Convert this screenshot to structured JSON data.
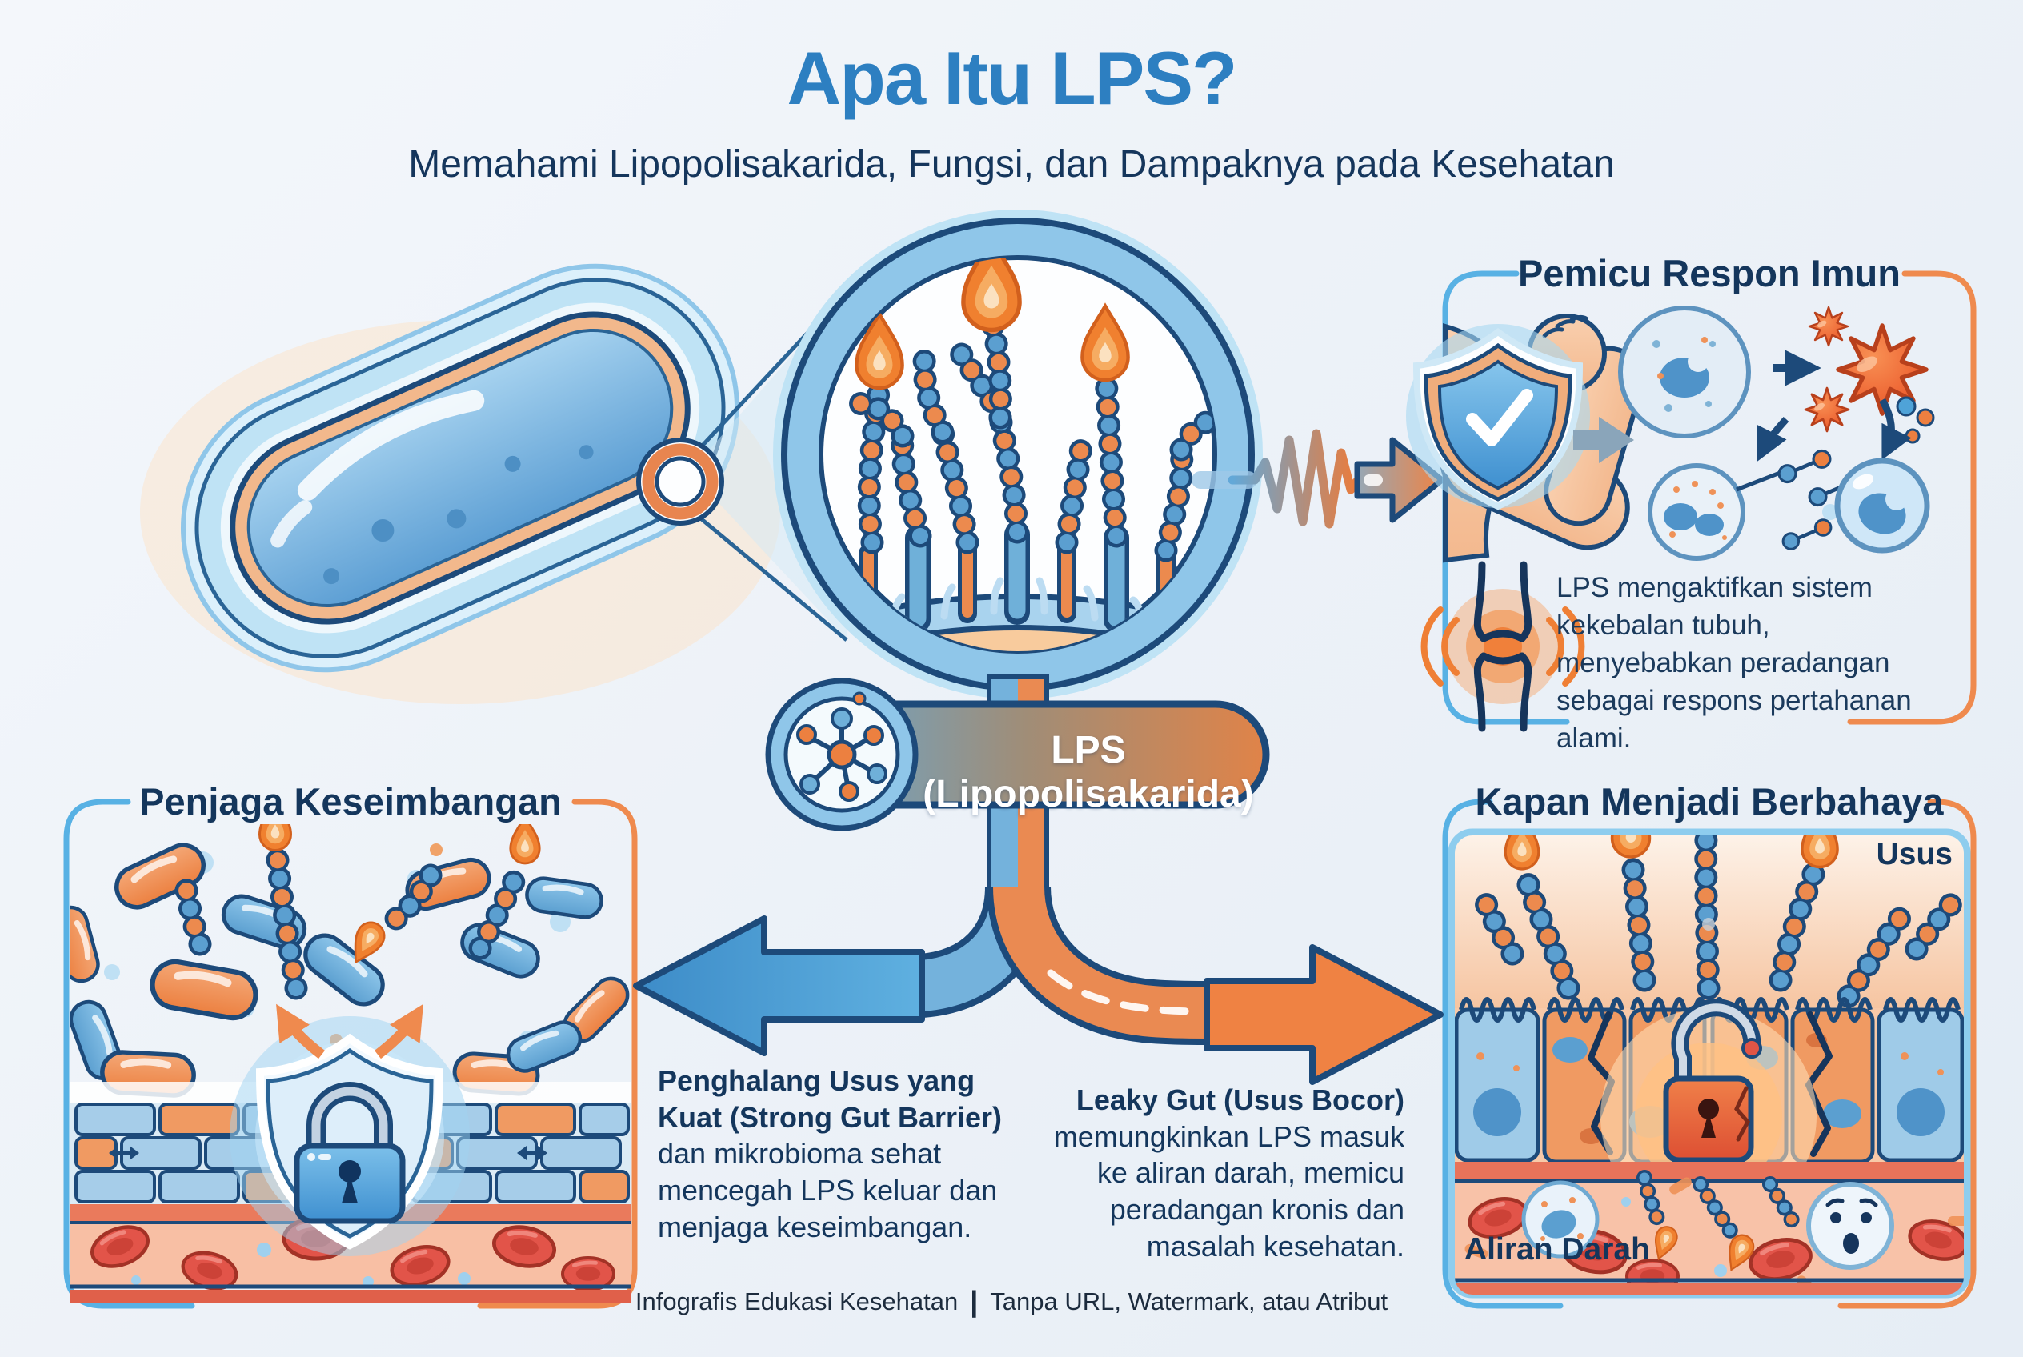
{
  "header": {
    "title": "Apa Itu LPS?",
    "subtitle": "Memahami Lipopolisakarida, Fungsi, dan Dampaknya pada Kesehatan"
  },
  "pill": {
    "label": "LPS (Lipopolisakarida)"
  },
  "panels": {
    "immune": {
      "title": "Pemicu Respon Imun",
      "body": "LPS mengaktifkan sistem kekebalan tubuh, menyebabkan peradangan sebagai respons pertahanan alami."
    },
    "balance": {
      "title": "Penjaga Keseimbangan"
    },
    "danger": {
      "title": "Kapan Menjadi Berbahaya",
      "gut_label": "Usus",
      "blood_label": "Aliran Darah"
    }
  },
  "notes": {
    "strong_barrier": {
      "bold": "Penghalang Usus yang Kuat (Strong Gut Barrier)",
      "rest": "dan mikrobioma sehat mencegah LPS keluar dan menjaga keseimbangan."
    },
    "leaky_gut": {
      "bold": "Leaky Gut (Usus Bocor)",
      "rest": "memungkinkan LPS masuk ke aliran darah, memicu peradangan kronis dan masalah kesehatan."
    }
  },
  "footer": {
    "left": "Infografis Edukasi Kesehatan",
    "separator": "|",
    "right": "Tanpa URL, Watermark, atau Atribut"
  },
  "icons": {
    "flame": "flame-icon",
    "shield_check": "shield-check-icon",
    "padlock_closed": "padlock-closed-icon",
    "padlock_open": "padlock-open-icon",
    "joint_inflammation": "joint-inflammation-icon",
    "molecule": "lps-molecule-icon",
    "magnifier": "magnifier-lens-icon"
  },
  "colors": {
    "title_blue": "#2d7fc1",
    "navy_text": "#14365c",
    "outline_navy": "#1d4a7a",
    "bracket_blue": "#58b1e4",
    "bracket_orange": "#ef8a4e",
    "bead_blue": "#5b9fd0",
    "bead_orange": "#ec8a4e",
    "flame_orange": "#f0802f",
    "arrow_blue": "#4d9fd7",
    "arrow_orange": "#ef8243",
    "blood_red": "#e25449"
  }
}
